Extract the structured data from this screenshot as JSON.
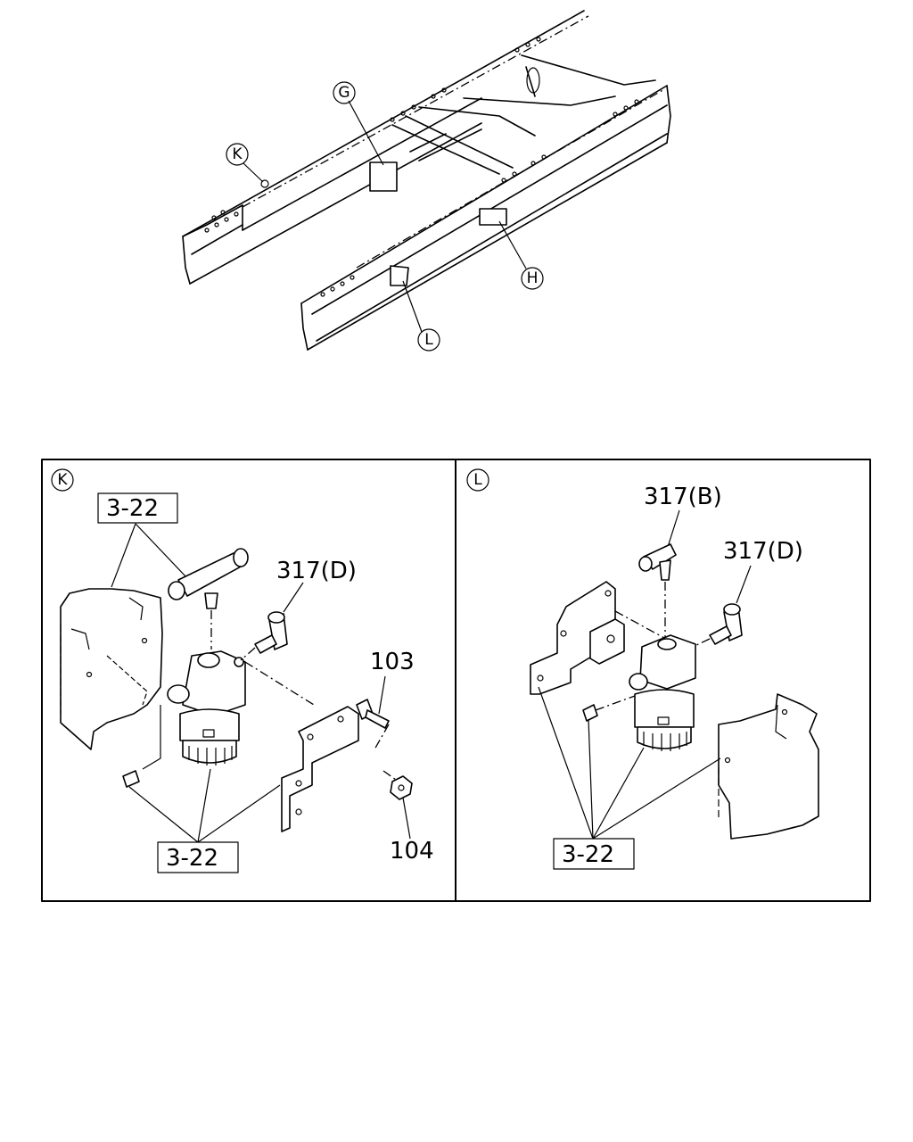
{
  "overview": {
    "callouts": [
      "G",
      "K",
      "H",
      "L"
    ]
  },
  "panels": [
    {
      "id": "K",
      "letter": "K",
      "labels": {
        "ref_top": "3-22",
        "ref_bottom": "3-22",
        "fitting": "317(D)",
        "bolt": "103",
        "nut": "104"
      }
    },
    {
      "id": "L",
      "letter": "L",
      "labels": {
        "ref_bottom": "3-22",
        "fitting_b": "317(B)",
        "fitting_d": "317(D)"
      }
    }
  ]
}
